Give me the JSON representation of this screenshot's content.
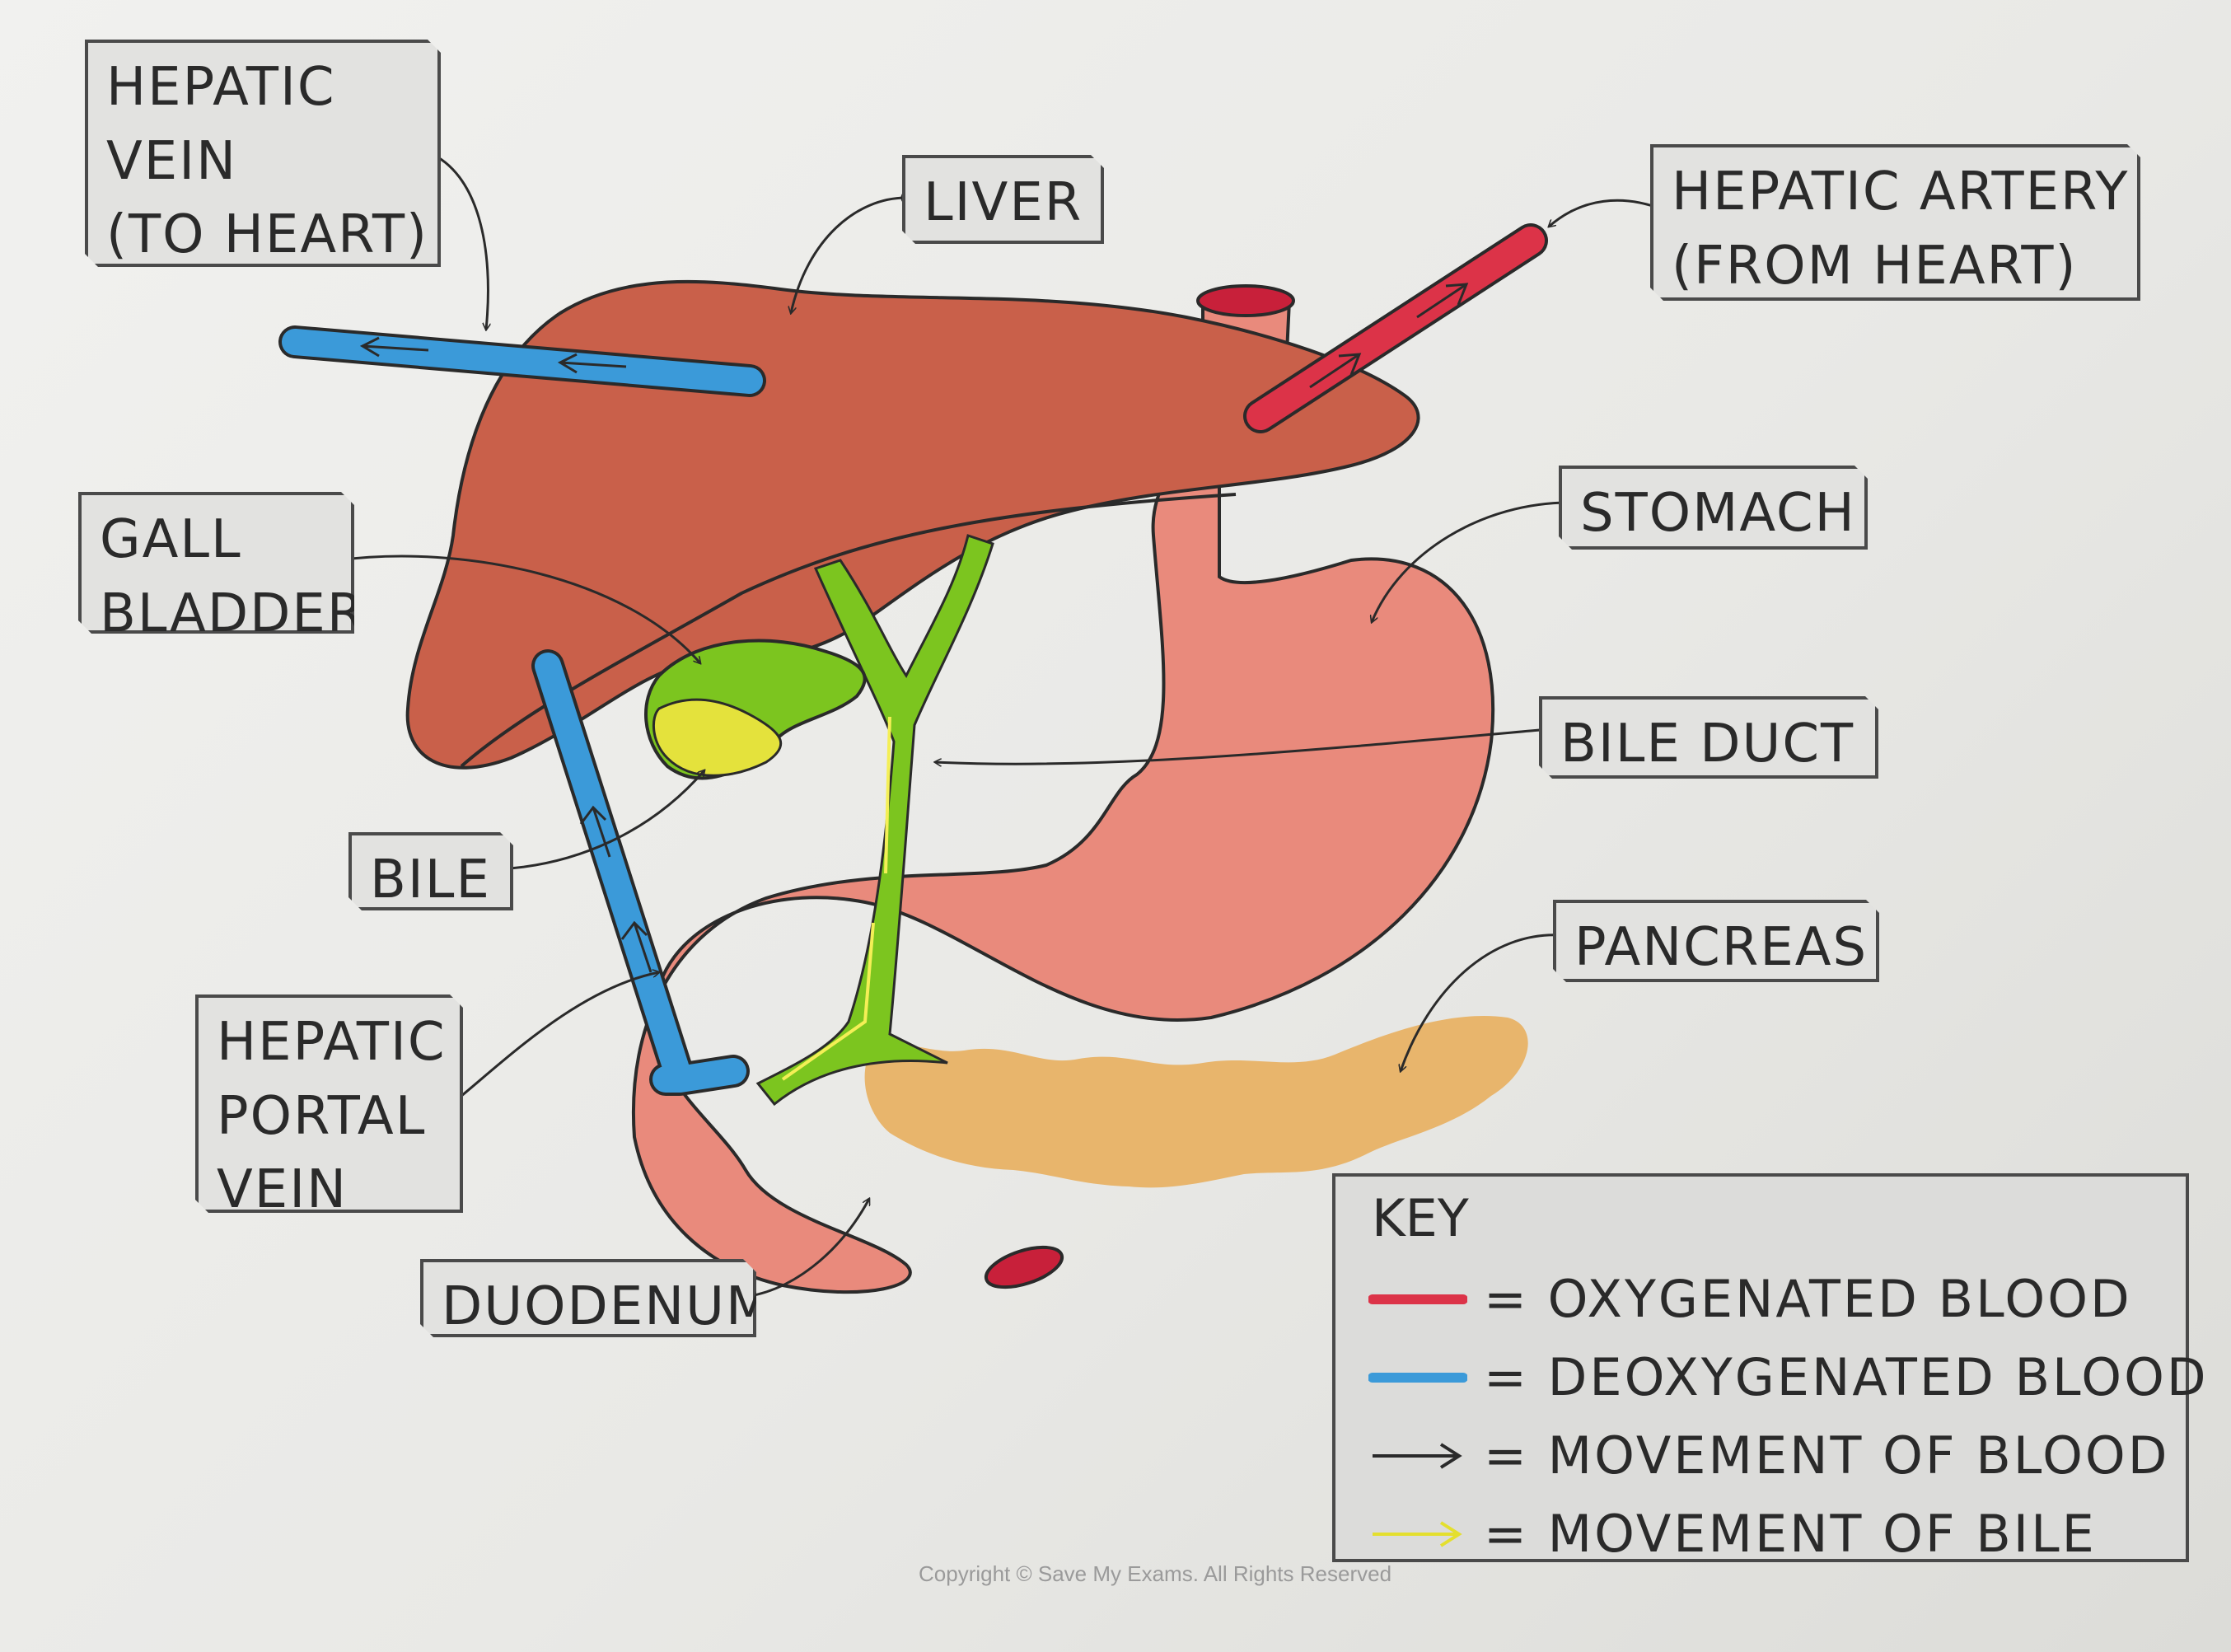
{
  "labels": {
    "hepatic_vein": [
      "HEPATIC",
      "VEIN",
      "(TO HEART)"
    ],
    "liver": [
      "LIVER"
    ],
    "hepatic_artery": [
      "HEPATIC ARTERY",
      "(FROM HEART)"
    ],
    "gall_bladder": [
      "GALL",
      "BLADDER"
    ],
    "stomach": [
      "STOMACH"
    ],
    "bile_duct": [
      "BILE DUCT"
    ],
    "bile": [
      "BILE"
    ],
    "pancreas": [
      "PANCREAS"
    ],
    "hepatic_portal_vein": [
      "HEPATIC",
      "PORTAL",
      "VEIN"
    ],
    "duodenum": [
      "DUODENUM"
    ]
  },
  "key": {
    "title": "KEY",
    "items": [
      {
        "symbol": "red-line",
        "text": "= OXYGENATED BLOOD"
      },
      {
        "symbol": "blue-line",
        "text": "= DEOXYGENATED BLOOD"
      },
      {
        "symbol": "black-arrow",
        "text": "= MOVEMENT OF BLOOD"
      },
      {
        "symbol": "yellow-arrow",
        "text": "= MOVEMENT OF BILE"
      }
    ]
  },
  "copyright": "Copyright © Save My Exams. All Rights Reserved",
  "colors": {
    "liver": "#c9604a",
    "stomach": "#e98a7c",
    "pancreas": "#e8b56c",
    "gall_bladder": "#7cc51f",
    "bile": "#e4e23c",
    "oxygenated": "#dc3348",
    "deoxygenated": "#3b9ad9",
    "outline": "#2a2a2a"
  }
}
